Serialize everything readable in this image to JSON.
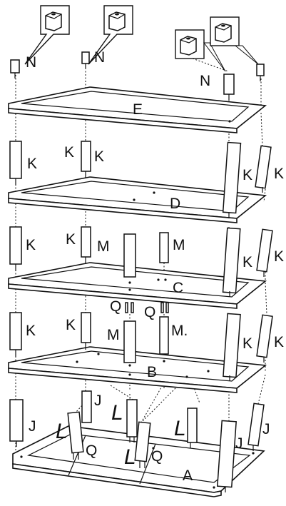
{
  "labels": {
    "panel_e": "E",
    "panel_d": "D",
    "panel_c": "C",
    "panel_b": "B",
    "panel_a": "A",
    "part_n": "N",
    "part_k": "K",
    "part_m": "M",
    "part_m_dot": "M.",
    "part_j": "J",
    "part_l": "L",
    "part_q": "Q"
  },
  "icons": {
    "callout": "connector-closeup-callout-icon",
    "screw": "screw-icon",
    "hole": "pre-drilled-hole-icon"
  }
}
